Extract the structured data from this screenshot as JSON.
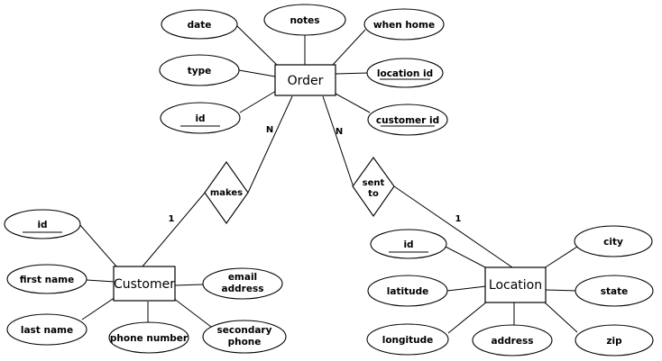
{
  "entities": {
    "order": "Order",
    "customer": "Customer",
    "location": "Location"
  },
  "relationships": {
    "makes": "makes",
    "sent_to": [
      "sent",
      "to"
    ]
  },
  "cardinalities": {
    "order_makes": "N",
    "customer_makes": "1",
    "order_sent_to": "N",
    "location_sent_to": "1"
  },
  "order_attributes": {
    "date": "date",
    "notes": "notes",
    "when_home": "when home",
    "type": "type",
    "location_id": "location id",
    "id": "id",
    "customer_id": "customer id"
  },
  "customer_attributes": {
    "id": "id",
    "first_name": "first name",
    "last_name": "last name",
    "phone_number": "phone number",
    "email_address": [
      "email",
      "address"
    ],
    "secondary_phone": [
      "secondary",
      "phone"
    ]
  },
  "location_attributes": {
    "id": "id",
    "city": "city",
    "latitude": "latitude",
    "state": "state",
    "longitude": "longitude",
    "address": "address",
    "zip": "zip"
  }
}
